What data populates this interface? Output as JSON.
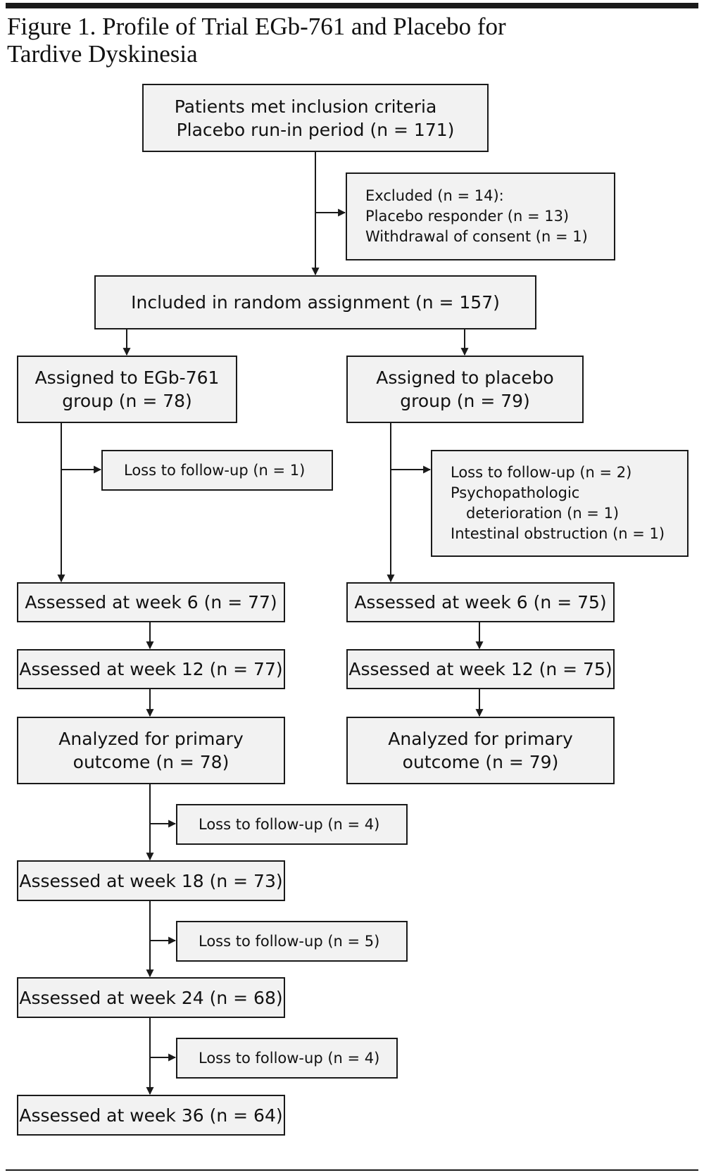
{
  "figure": {
    "title_line1": "Figure 1. Profile of Trial EGb-761 and Placebo for",
    "title_line2": "Tardive Dyskinesia"
  },
  "boxes": {
    "inclusion": {
      "line1": "Patients met inclusion criteria",
      "line2": "Placebo run-in period (n = 171)"
    },
    "excluded": {
      "line1": "Excluded (n = 14):",
      "line2": "Placebo responder (n = 13)",
      "line3": "Withdrawal of consent (n = 1)"
    },
    "randomized": {
      "line1": "Included in random assignment (n = 157)"
    },
    "egb_group": {
      "line1": "Assigned to EGb-761",
      "line2": "group (n = 78)",
      "loss": "Loss to follow-up (n = 1)",
      "week6": "Assessed at week 6 (n = 77)",
      "week12": "Assessed at week 12 (n = 77)",
      "analyzed_line1": "Analyzed for primary",
      "analyzed_line2": "outcome (n = 78)",
      "loss_after_primary": "Loss to follow-up (n = 4)",
      "week18": "Assessed at week 18 (n = 73)",
      "loss_after_week18": "Loss to follow-up (n = 5)",
      "week24": "Assessed at week 24 (n = 68)",
      "loss_after_week24": "Loss to follow-up (n = 4)",
      "week36": "Assessed at week 36 (n = 64)"
    },
    "placebo_group": {
      "line1": "Assigned to placebo",
      "line2": "group (n = 79)",
      "loss_line1": "Loss to follow-up (n = 2)",
      "loss_line2": "Psychopathologic",
      "loss_line3": "deterioration (n = 1)",
      "loss_line4": "Intestinal obstruction (n = 1)",
      "week6": "Assessed at week 6 (n = 75)",
      "week12": "Assessed at week 12 (n = 75)",
      "analyzed_line1": "Analyzed for primary",
      "analyzed_line2": "outcome (n = 79)"
    }
  },
  "colors": {
    "box_fill": "#f2f2f2",
    "stroke": "#1a1a1a"
  }
}
